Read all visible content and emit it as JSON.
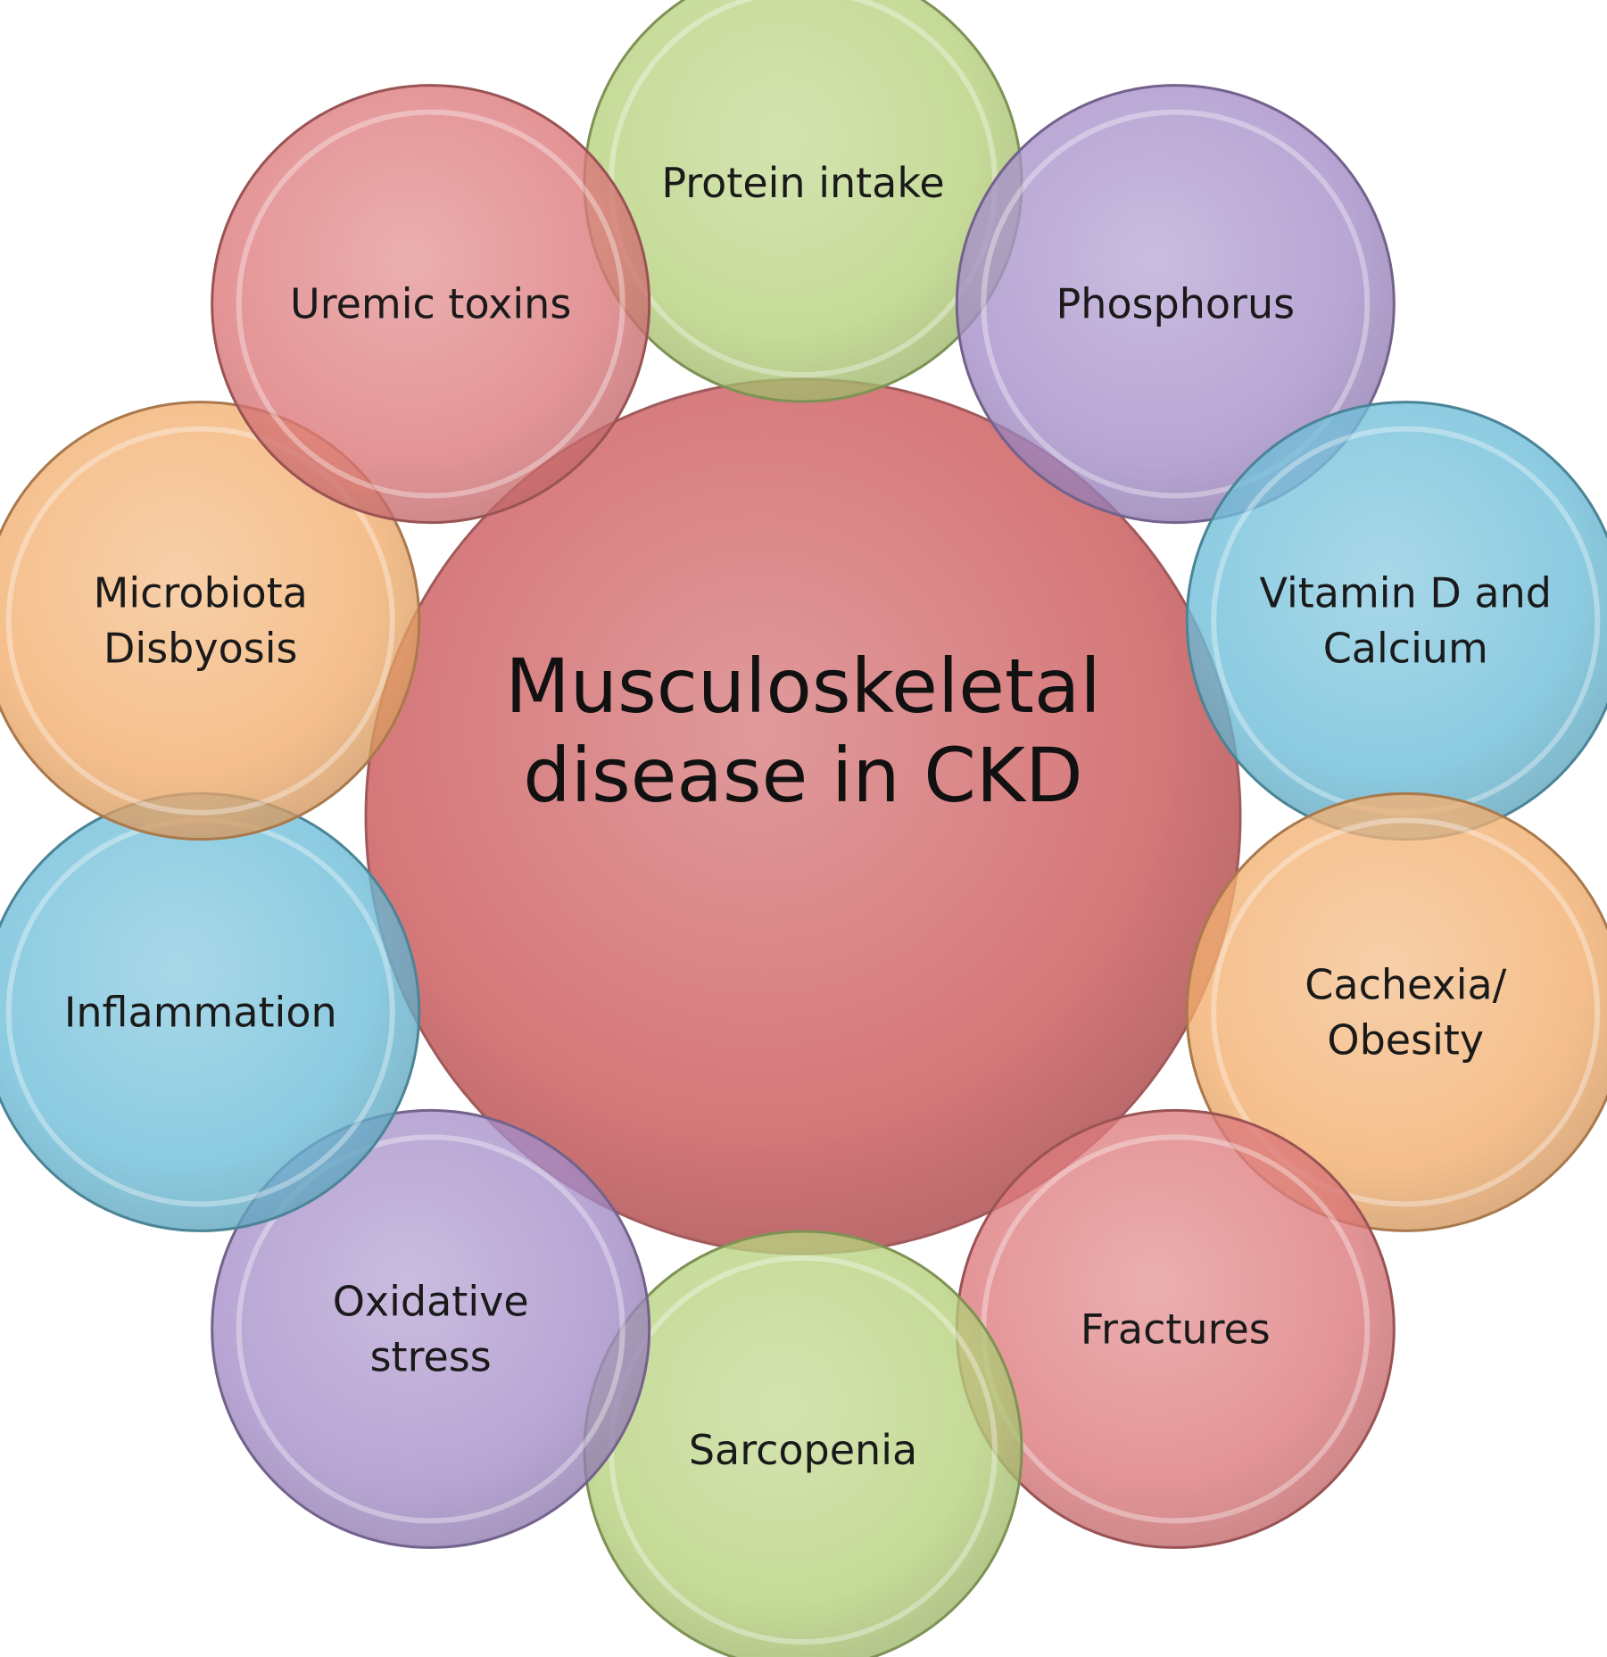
{
  "center": {
    "lines": [
      "Musculoskeletal",
      "disease in CKD"
    ],
    "color": "#d6787a"
  },
  "factors": [
    {
      "id": "protein-intake",
      "lines": [
        "Protein intake"
      ],
      "color": "#b5d07a"
    },
    {
      "id": "phosphorus",
      "lines": [
        "Phosphorus"
      ],
      "color": "#a48cc8"
    },
    {
      "id": "vitamin-d-calcium",
      "lines": [
        "Vitamin D and",
        "Calcium"
      ],
      "color": "#6bbcd8"
    },
    {
      "id": "cachexia-obesity",
      "lines": [
        "Cachexia/",
        "Obesity"
      ],
      "color": "#f2ad6c"
    },
    {
      "id": "fractures",
      "lines": [
        "Fractures"
      ],
      "color": "#dc7678"
    },
    {
      "id": "sarcopenia",
      "lines": [
        "Sarcopenia"
      ],
      "color": "#b5d07a"
    },
    {
      "id": "oxidative-stress",
      "lines": [
        "Oxidative",
        "stress"
      ],
      "color": "#a48cc8"
    },
    {
      "id": "inflammation",
      "lines": [
        "Inflammation"
      ],
      "color": "#6bbcd8"
    },
    {
      "id": "microbiota-disbyosis",
      "lines": [
        "Microbiota",
        "Disbyosis"
      ],
      "color": "#f2ad6c"
    },
    {
      "id": "uremic-toxins",
      "lines": [
        "Uremic toxins"
      ],
      "color": "#dc7678"
    }
  ]
}
